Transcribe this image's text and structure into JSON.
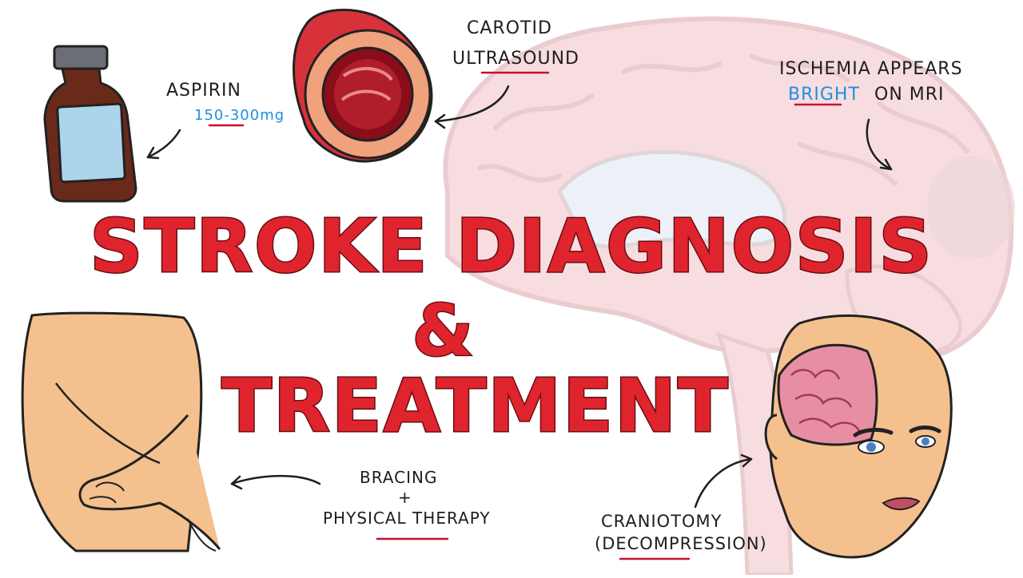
{
  "title": {
    "line1": "STROKE DIAGNOSIS",
    "line2": "&",
    "line3": "TREATMENT"
  },
  "labels": {
    "aspirin": "ASPIRIN",
    "aspirin_dose": "150-300mg",
    "carotid_line1": "CAROTID",
    "carotid_line2": "ULTRASOUND",
    "ischemia_line1": "ISCHEMIA APPEARS",
    "ischemia_bright": "BRIGHT",
    "ischemia_rest": "ON MRI",
    "bracing_line1": "BRACING",
    "bracing_plus": "+",
    "bracing_line2": "PHYSICAL THERAPY",
    "craniotomy_line1": "CRANIOTOMY",
    "craniotomy_line2": "(DECOMPRESSION)"
  },
  "colors": {
    "title_red": "#e0242e",
    "underline_red": "#c8102e",
    "accent_blue": "#1e8fe0",
    "skin": "#f4c08e",
    "brain_pink": "#f6d6d9"
  }
}
